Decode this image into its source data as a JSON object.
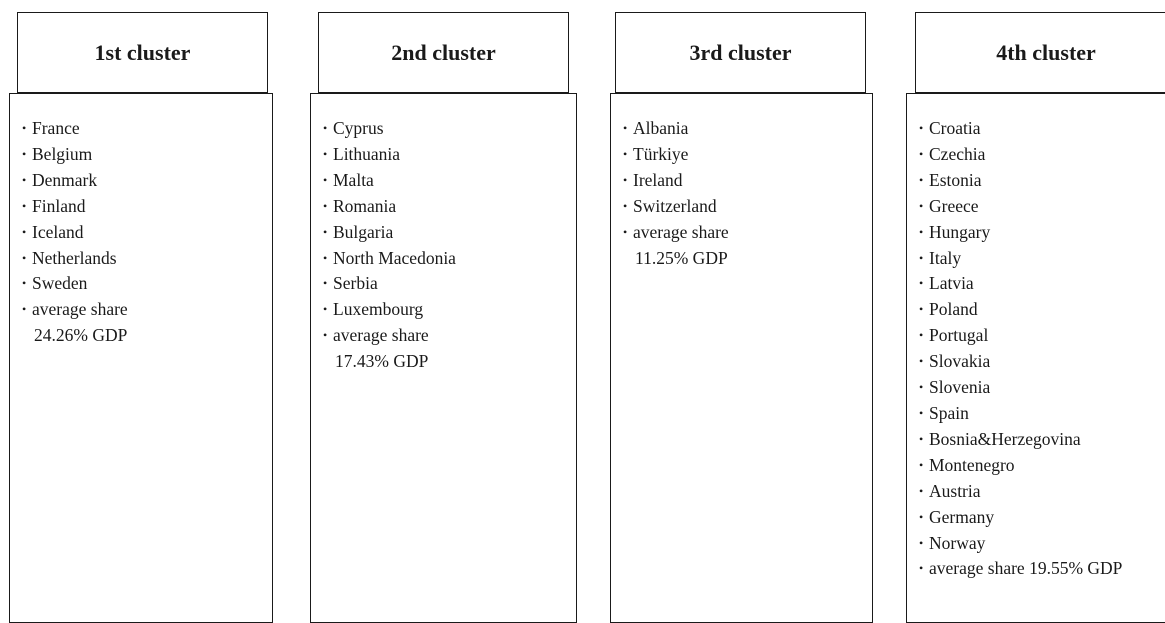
{
  "clusters": [
    {
      "title": "1st cluster",
      "countries": [
        "France",
        "Belgium",
        "Denmark",
        "Finland",
        "Iceland",
        "Netherlands",
        "Sweden"
      ],
      "average_label": "average share",
      "average_value": "24.26% GDP"
    },
    {
      "title": "2nd cluster",
      "countries": [
        "Cyprus",
        "Lithuania",
        "Malta",
        "Romania",
        "Bulgaria",
        "North Macedonia",
        "Serbia",
        "Luxembourg"
      ],
      "average_label": "average share",
      "average_value": "17.43% GDP"
    },
    {
      "title": "3rd cluster",
      "countries": [
        "Albania",
        "Türkiye",
        "Ireland",
        "Switzerland"
      ],
      "average_label": "average share",
      "average_value": "11.25% GDP"
    },
    {
      "title": "4th cluster",
      "countries": [
        "Croatia",
        "Czechia",
        "Estonia",
        "Greece",
        "Hungary",
        "Italy",
        "Latvia",
        "Poland",
        "Portugal",
        "Slovakia",
        "Slovenia",
        "Spain",
        "Bosnia&Herzegovina",
        "Montenegro",
        "Austria",
        "Germany",
        "Norway"
      ],
      "average_label": "average share",
      "average_value": "19.55% GDP"
    }
  ]
}
